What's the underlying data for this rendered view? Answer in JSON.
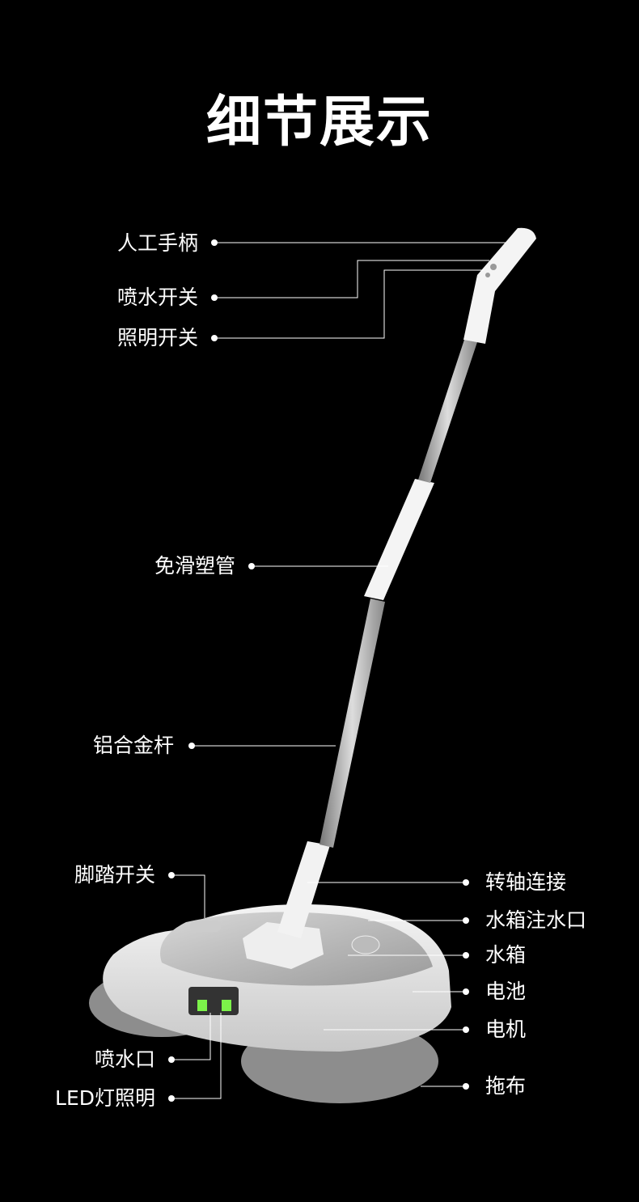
{
  "title": "细节展示",
  "labels_left": [
    "人工手柄",
    "喷水开关",
    "照明开关",
    "免滑塑管",
    "铝合金杆",
    "脚踏开关",
    "喷水口",
    "LED灯照明"
  ],
  "labels_right": [
    "转轴连接",
    "水箱注水口",
    "水箱",
    "电池",
    "电机",
    "拖布"
  ],
  "colors": {
    "background": "#000000",
    "text": "#ffffff",
    "line": "#ffffff"
  }
}
